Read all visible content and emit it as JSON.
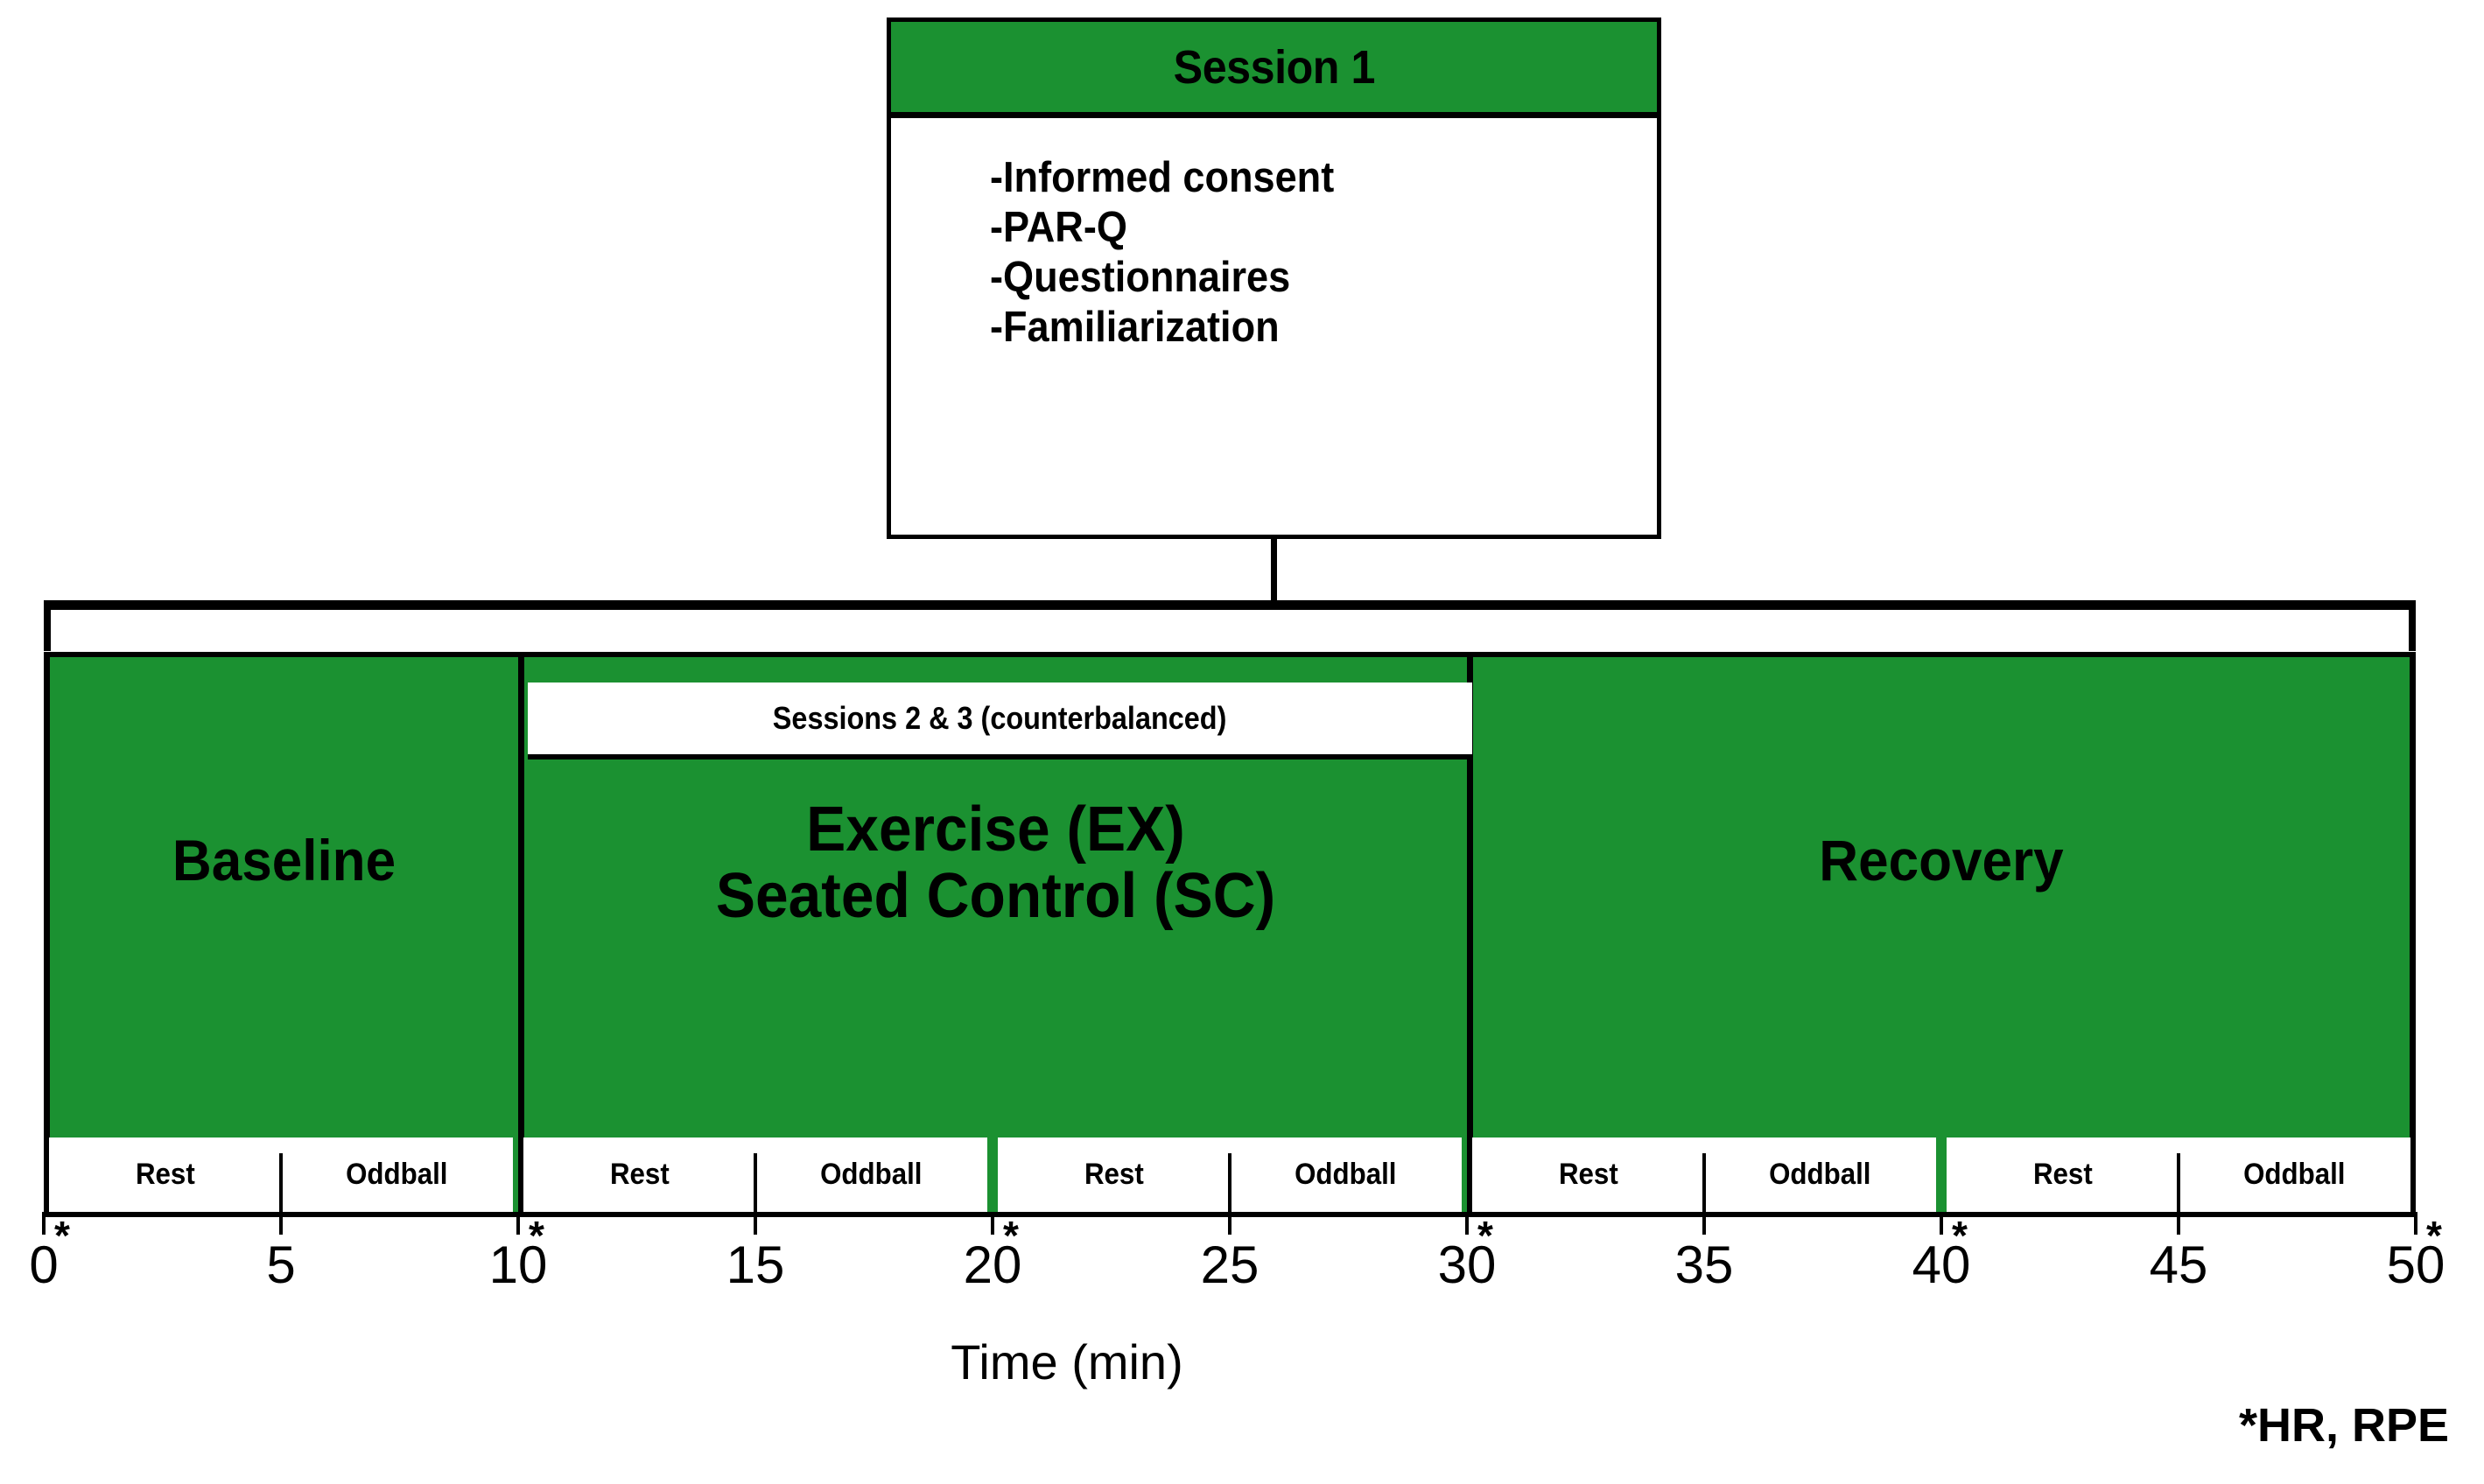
{
  "session1": {
    "title": "Session 1",
    "items": [
      "-Informed consent",
      "-PAR-Q",
      "-Questionnaires",
      "-Familiarization"
    ]
  },
  "sessions23": {
    "label": "Sessions 2 & 3 (counterbalanced)"
  },
  "phases": [
    {
      "label": "Baseline",
      "start_min": 0,
      "end_min": 10
    },
    {
      "label": "Exercise (EX)\nSeated Control (SC)",
      "start_min": 10,
      "end_min": 30
    },
    {
      "label": "Recovery",
      "start_min": 30,
      "end_min": 50
    }
  ],
  "blocks": [
    {
      "start_min": 0,
      "end_min": 10,
      "first": "Rest",
      "second": "Oddball"
    },
    {
      "start_min": 10,
      "end_min": 20,
      "first": "Rest",
      "second": "Oddball"
    },
    {
      "start_min": 20,
      "end_min": 30,
      "first": "Rest",
      "second": "Oddball"
    },
    {
      "start_min": 30,
      "end_min": 40,
      "first": "Rest",
      "second": "Oddball"
    },
    {
      "start_min": 40,
      "end_min": 50,
      "first": "Rest",
      "second": "Oddball"
    }
  ],
  "axis": {
    "title": "Time (min)",
    "min": 0,
    "max": 50,
    "tick_step": 5,
    "ticks": [
      {
        "value": 0,
        "label": "0",
        "star": true
      },
      {
        "value": 5,
        "label": "5",
        "star": false
      },
      {
        "value": 10,
        "label": "10",
        "star": true
      },
      {
        "value": 15,
        "label": "15",
        "star": false
      },
      {
        "value": 20,
        "label": "20",
        "star": true
      },
      {
        "value": 25,
        "label": "25",
        "star": false
      },
      {
        "value": 30,
        "label": "30",
        "star": true
      },
      {
        "value": 35,
        "label": "35",
        "star": false
      },
      {
        "value": 40,
        "label": "40",
        "star": true
      },
      {
        "value": 45,
        "label": "45",
        "star": false
      },
      {
        "value": 50,
        "label": "50",
        "star": true
      }
    ],
    "star_glyph": "*"
  },
  "footnote": "*HR, RPE",
  "colors": {
    "green": "#1b9131",
    "outline": "#000000",
    "white": "#ffffff"
  }
}
